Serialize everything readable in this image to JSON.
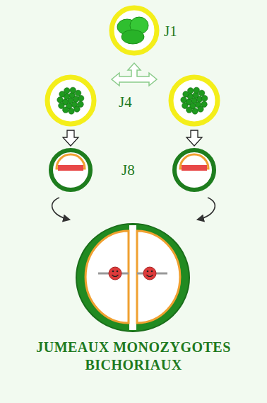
{
  "diagram": {
    "caption": "JUMEAUX MONOZYGOTES BICHORIAUX",
    "labels": [
      "J1",
      "J4",
      "J8"
    ]
  }
}
